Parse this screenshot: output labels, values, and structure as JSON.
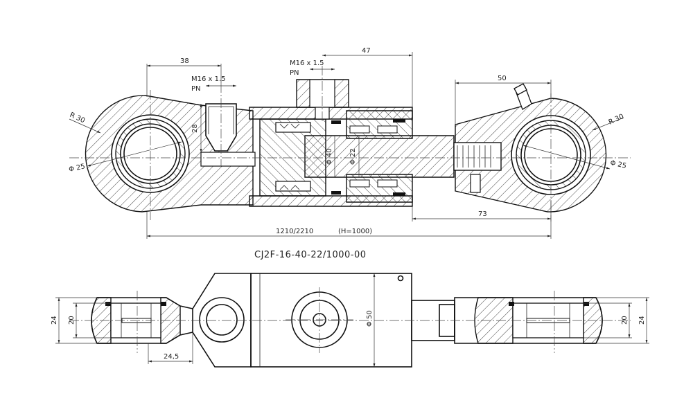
{
  "drawing": {
    "model_code": "CJ2F-16-40-22/1000-00",
    "top_view": {
      "dim_38": "38",
      "port_left_thread": "M16 x 1.5",
      "port_left_pn": "PN",
      "port_top_thread": "M16 x 1.5",
      "port_top_pn": "PN",
      "dim_47": "47",
      "dim_50": "50",
      "dim_28": "28",
      "radius_left": "R 30",
      "radius_right": "R 30",
      "bore_left": "Φ 25",
      "bore_right": "Φ 25",
      "piston_diameter": "Φ 40",
      "rod_diameter": "Φ 22",
      "dim_73": "73",
      "overall_length": "1210/2210",
      "stroke_note": "(H=1000)"
    },
    "bottom_view": {
      "dim_24_left": "24",
      "dim_20_left": "20",
      "dim_24_5": "24,5",
      "tube_diameter": "Φ 50",
      "dim_20_right": "20",
      "dim_24_right": "24"
    }
  }
}
